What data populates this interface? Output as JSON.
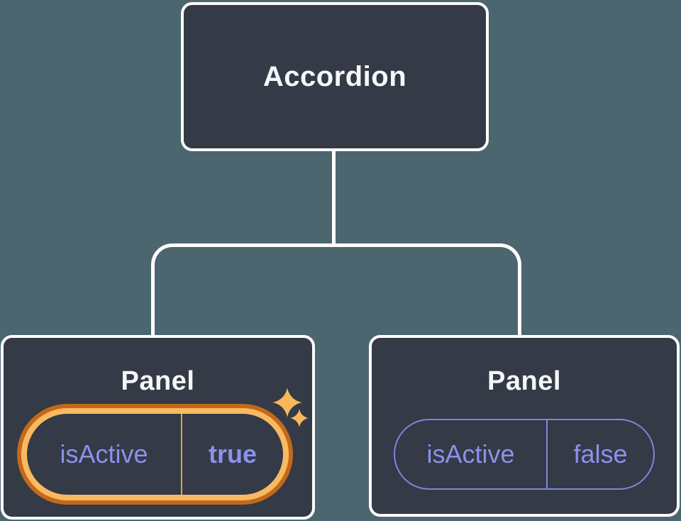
{
  "diagram": {
    "title": "component-state-tree",
    "root": {
      "label": "Accordion"
    },
    "children": [
      {
        "label": "Panel",
        "state": {
          "key": "isActive",
          "value": "true"
        },
        "highlighted": true,
        "icon": "sparkles-icon"
      },
      {
        "label": "Panel",
        "state": {
          "key": "isActive",
          "value": "false"
        },
        "highlighted": false
      }
    ]
  },
  "colors": {
    "page_background": "#4C6670",
    "node_background": "#343A46",
    "node_border": "#FFFFFF",
    "connector": "#FFFFFF",
    "title_text": "#F6F7F9",
    "state_text": "#8A91EC",
    "state_pill_border": "#7D86DD",
    "highlight_ring_gold": "#F9B961",
    "highlight_ring_dark_orange": "#C2691B",
    "highlight_divider_gold": "#E6A14F",
    "sparkle_gold": "#F8B75C"
  }
}
